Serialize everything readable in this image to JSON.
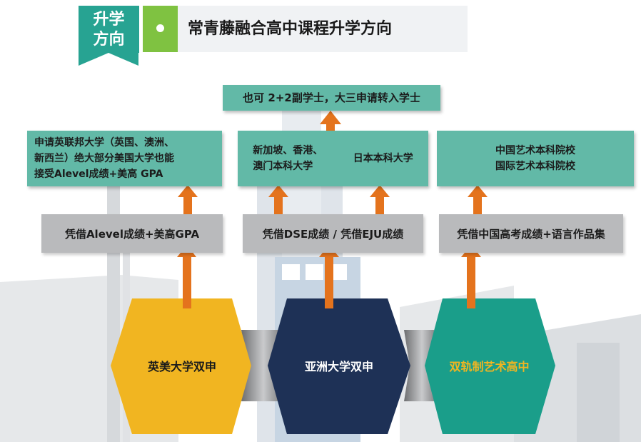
{
  "header": {
    "tag_line1": "升学",
    "tag_line2": "方向",
    "title": "常青藤融合高中课程升学方向"
  },
  "top_note": "也可 2+2副学士，大三申请转入学士",
  "outcomes": {
    "left_line1": "申请英联邦大学（英国、澳洲、",
    "left_line2": "新西兰）绝大部分美国大学也能",
    "left_line3": "接受Alevel成绩+美高 GPA",
    "middle_a_line1": "新加坡、香港、",
    "middle_a_line2": "澳门本科大学",
    "middle_b": "日本本科大学",
    "right_line1": "中国艺术本科院校",
    "right_line2": "国际艺术本科院校"
  },
  "conditions": {
    "left": "凭借Alevel成绩+美高GPA",
    "middle": "凭借DSE成绩 / 凭借EJU成绩",
    "right": "凭借中国高考成绩+语言作品集"
  },
  "tracks": {
    "left": "英美大学双申",
    "middle": "亚洲大学双申",
    "right": "双轨制艺术高中"
  },
  "colors": {
    "teal": "#62b9a7",
    "header_teal": "#27a392",
    "green": "#7fc241",
    "orange": "#e4731d",
    "gray_bar": "#b9babc",
    "hex_yellow": "#f1b521",
    "hex_navy": "#1e3156",
    "hex_green": "#1a9e8a",
    "hex_right_text": "#f1b521"
  }
}
